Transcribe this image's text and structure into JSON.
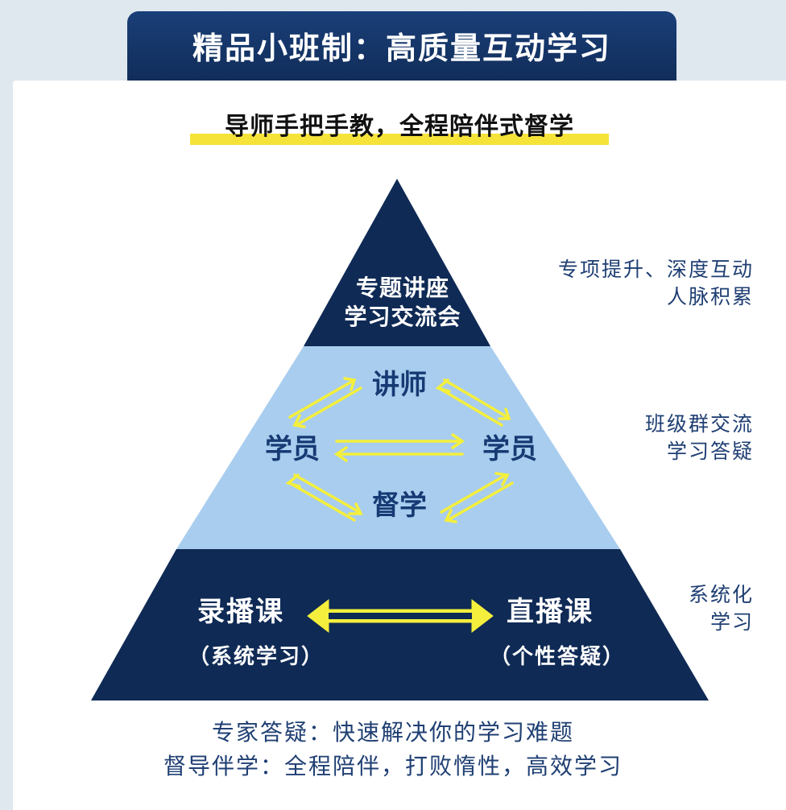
{
  "header": {
    "title": "精品小班制：高质量互动学习"
  },
  "subtitle": "导师手把手教，全程陪伴式督学",
  "pyramid": {
    "top": {
      "line1": "专题讲座",
      "line2": "学习交流会"
    },
    "middle": {
      "top": "讲师",
      "left": "学员",
      "right": "学员",
      "bottom": "督学"
    },
    "bottom": {
      "left": "录播课",
      "left_sub": "（系统学习）",
      "right": "直播课",
      "right_sub": "（个性答疑）"
    }
  },
  "side_labels": {
    "top": {
      "line1": "专项提升、深度互动",
      "line2": "人脉积累"
    },
    "middle": {
      "line1": "班级群交流",
      "line2": "学习答疑"
    },
    "bottom": {
      "line1": "系统化",
      "line2": "学习"
    }
  },
  "footer": {
    "line1": "专家答疑：快速解决你的学习难题",
    "line2": "督导伴学：全程陪伴，打败惰性，高效学习"
  },
  "colors": {
    "navy": "#0f2a55",
    "light_blue": "#a9cdee",
    "arrow_yellow": "#f4ef3c",
    "highlight_yellow": "#f6e33a"
  }
}
